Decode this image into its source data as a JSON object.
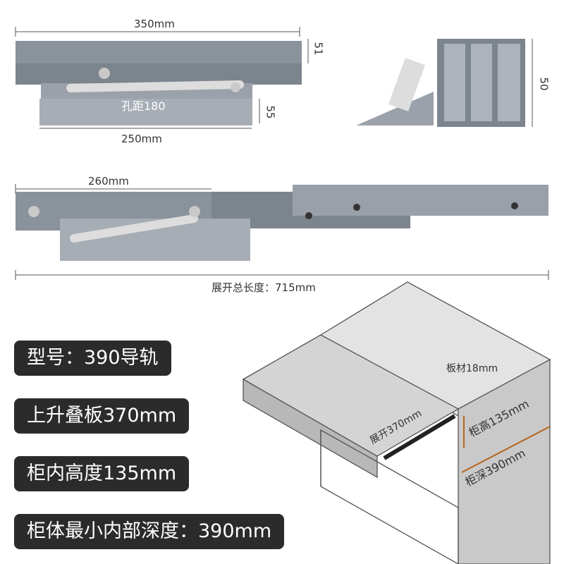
{
  "top_rail": {
    "width_label": "350mm",
    "height_label": "51",
    "hole_spacing_label": "孔距180",
    "bracket_height_label": "55",
    "bracket_width_label": "250mm"
  },
  "cross_section": {
    "height_label": "50"
  },
  "extended_rail": {
    "folded_length_label": "260mm",
    "total_length_label": "展开总长度：715mm"
  },
  "specs": [
    "型号：390导轨",
    "上升叠板370mm",
    "柜内高度135mm",
    "柜体最小内部深度：390mm"
  ],
  "cabinet_diagram": {
    "board_label": "板材18mm",
    "extend_label": "展开370mm",
    "height_label": "柜高135mm",
    "depth_label": "柜深390mm"
  },
  "colors": {
    "rail": "#8a929c",
    "rail_dark": "#5d646d",
    "badge": "#2b2b2b",
    "accent": "#b5651d"
  }
}
